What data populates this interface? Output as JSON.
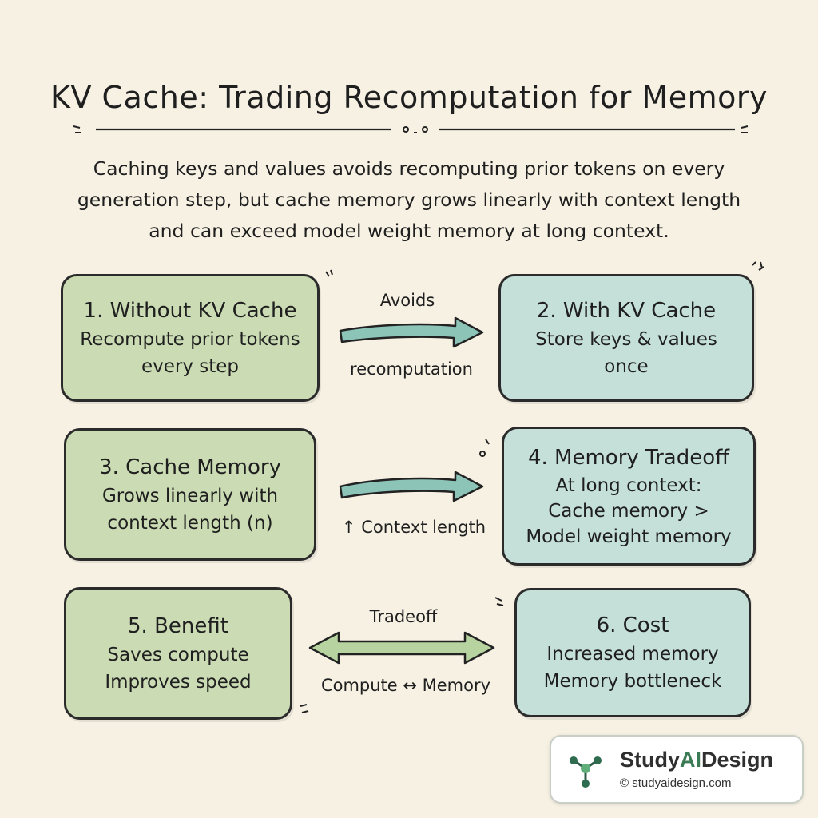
{
  "title": "KV Cache: Trading Recomputation for Memory",
  "subtitle_lines": [
    "Caching keys and values avoids recomputing prior tokens on every",
    "generation step, but cache memory grows linearly with context length",
    "and can exceed model weight memory at long context."
  ],
  "boxes": [
    {
      "heading": "1. Without KV Cache",
      "lines": [
        "Recompute prior tokens",
        "every step"
      ]
    },
    {
      "heading": "2. With KV Cache",
      "lines": [
        "Store keys & values",
        "once"
      ]
    },
    {
      "heading": "3. Cache Memory",
      "lines": [
        "Grows linearly with",
        "context length (n)"
      ]
    },
    {
      "heading": "4. Memory Tradeoff",
      "lines": [
        "At long context:",
        "Cache memory >",
        "Model weight memory"
      ]
    },
    {
      "heading": "5. Benefit",
      "lines": [
        "Saves compute",
        "Improves speed"
      ]
    },
    {
      "heading": "6. Cost",
      "lines": [
        "Increased memory",
        "Memory bottleneck"
      ]
    }
  ],
  "connectors": [
    {
      "top_label": "Avoids",
      "bottom_label": "recomputation"
    },
    {
      "bottom_label": "↑ Context length"
    },
    {
      "top_label": "Tradeoff",
      "bottom_label": "Compute ↔ Memory"
    }
  ],
  "colors": {
    "green_box": "#cbdcb4",
    "teal_box": "#c5e0d8",
    "arrow_teal": "#8cc4b8",
    "arrow_green": "#b7d3a0",
    "brand_accent": "#3a7a54"
  },
  "logo": {
    "brand_prefix": "Study",
    "brand_accent": "AI",
    "brand_suffix": "Design",
    "url": "© studyaidesign.com",
    "icon": "molecule-network-icon"
  }
}
